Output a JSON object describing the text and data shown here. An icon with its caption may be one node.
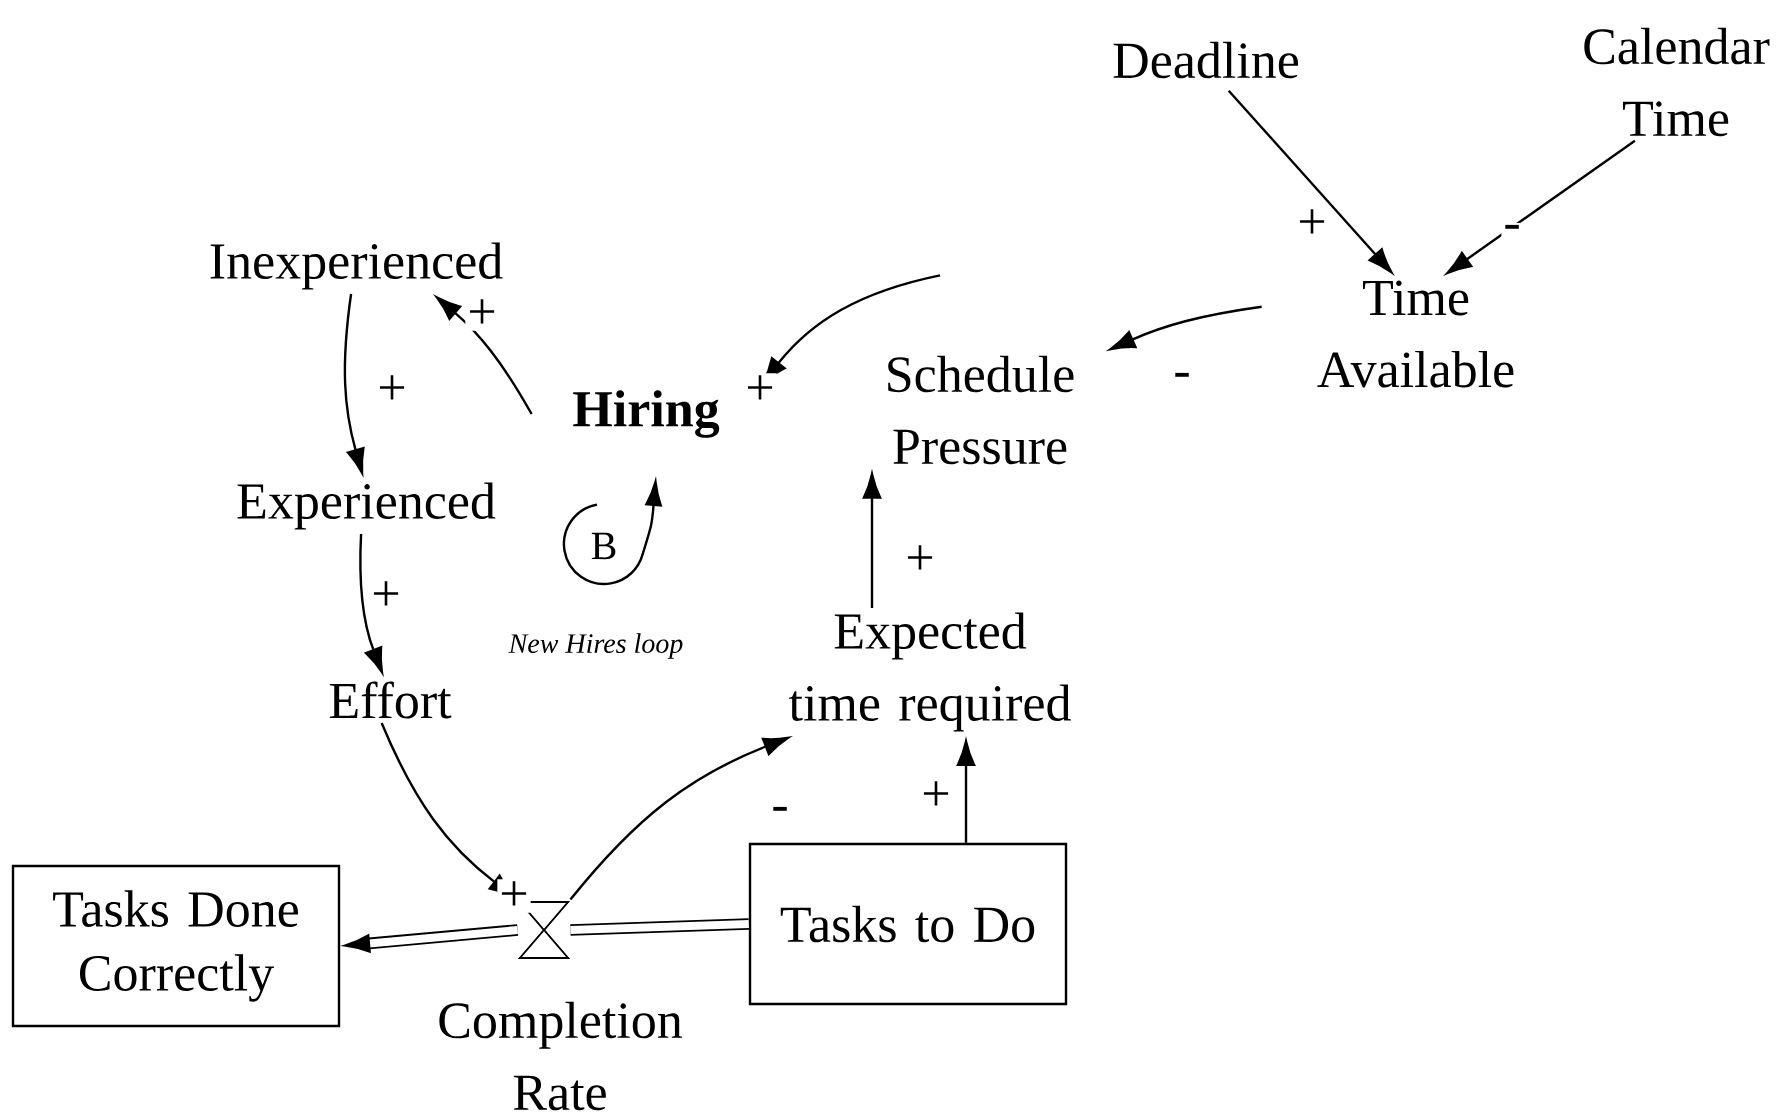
{
  "diagram": {
    "nodes": [
      {
        "text": [
          "Deadline"
        ]
      },
      {
        "text": [
          "Calendar Time"
        ]
      },
      {
        "text": [
          "Time Available"
        ]
      },
      {
        "text": [
          "Schedule Pressure"
        ]
      },
      {
        "text": [
          "**Hiring**"
        ]
      },
      {
        "text": [
          "Inexperienced"
        ]
      },
      {
        "text": [
          "Experienced"
        ]
      },
      {
        "text": [
          "Effort"
        ]
      },
      {
        "text": [
          "Expected time required"
        ]
      },
      {
        "text": [
          "Tasks Done Correctly"
        ]
      },
      {
        "text": [
          "Tasks to Do"
        ]
      },
      {
        "text": [
          "Completion Rate"
        ]
      }
    ],
    "edges": [
      {
        "from": 0,
        "to": 2,
        "arrow": "to",
        "label": "+"
      },
      {
        "from": 1,
        "to": 2,
        "arrow": "to",
        "label": "-"
      },
      {
        "from": 2,
        "to": 3,
        "arrow": "to",
        "label": "-"
      },
      {
        "from": 3,
        "to": 4,
        "arrow": "to",
        "label": "+"
      },
      {
        "from": 4,
        "to": 5,
        "arrow": "to",
        "label": "+"
      },
      {
        "from": 5,
        "to": 6,
        "arrow": "to",
        "label": "+"
      },
      {
        "from": 6,
        "to": 7,
        "arrow": "to",
        "label": "+"
      },
      {
        "from": 7,
        "to": 11,
        "arrow": "to",
        "label": "+"
      },
      {
        "from": 11,
        "to": 8,
        "arrow": "to",
        "label": "-"
      },
      {
        "from": 10,
        "to": 8,
        "arrow": "to",
        "label": "+"
      },
      {
        "from": 8,
        "to": 3,
        "arrow": "to",
        "label": "+"
      },
      {
        "from": 10,
        "to": 11,
        "arrow": "none",
        "style": "thick"
      },
      {
        "from": 11,
        "to": 9,
        "arrow": "to",
        "style": "thick"
      }
    ],
    "labels": [
      "B",
      "New Hires loop"
    ]
  }
}
